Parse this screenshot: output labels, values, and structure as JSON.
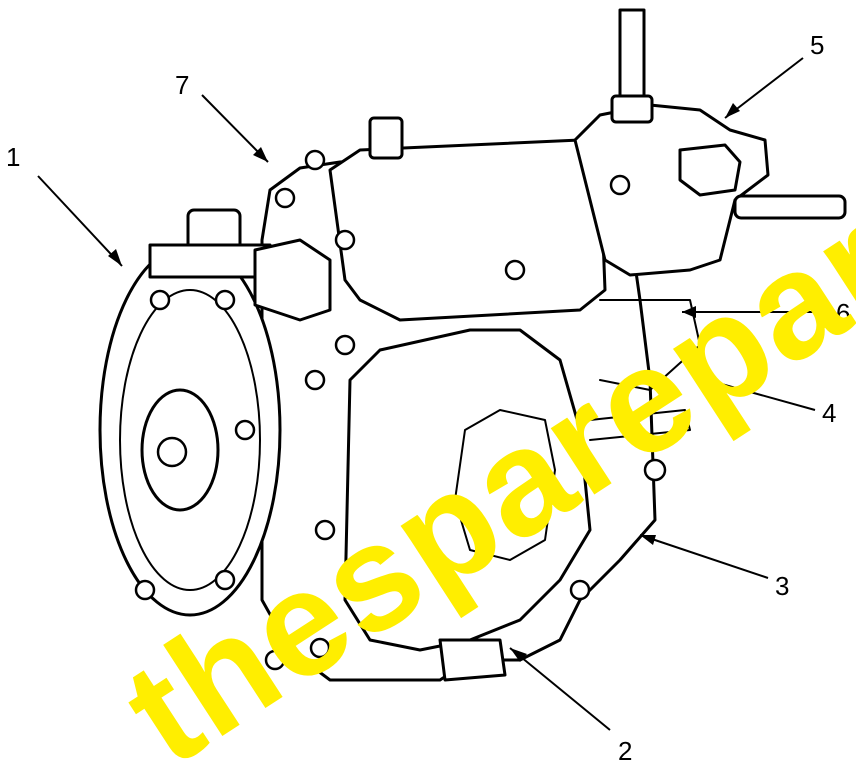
{
  "callouts": [
    {
      "id": "1",
      "label": "1"
    },
    {
      "id": "2",
      "label": "2"
    },
    {
      "id": "3",
      "label": "3"
    },
    {
      "id": "4",
      "label": "4"
    },
    {
      "id": "5",
      "label": "5"
    },
    {
      "id": "6",
      "label": "6"
    },
    {
      "id": "7",
      "label": "7"
    }
  ],
  "watermark": {
    "text": "thespareparts.co",
    "color": "#ffee00"
  }
}
